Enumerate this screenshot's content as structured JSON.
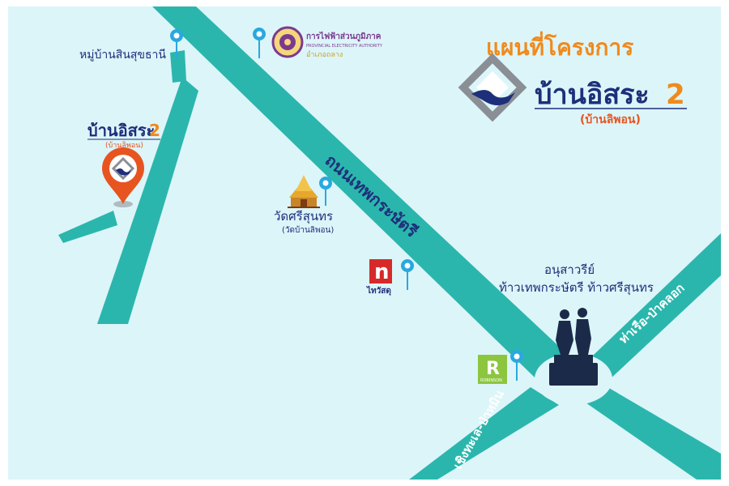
{
  "header": {
    "title": "แผนที่โครงการ",
    "project_name": "บ้านอิสระ",
    "project_number": "2",
    "project_sub": "(บ้านลิพอน)"
  },
  "project_pin": {
    "name": "บ้านอิสระ",
    "number": "2",
    "sub": "(บ้านลิพอน)"
  },
  "roads": {
    "main_road": "ถนนเทพกระษัตรี",
    "road_to_tharuea": "ท่าเรือ-ป่าคลอก",
    "road_to_choengtalay": "เชิงทะเล-ป่าหมิน"
  },
  "landmarks": {
    "village": "หมู่บ้านสินสุขธานี",
    "pea_name_th": "การไฟฟ้าส่วนภูมิภาค",
    "pea_name_en": "PROVINCIAL ELECTRICITY AUTHORITY",
    "pea_branch": "อำเภอถลาง",
    "temple_name": "วัดศรีสุนทร",
    "temple_sub": "(วัดบ้านลิพอน)",
    "thaiwatsadu": "ไทวัสดุ",
    "thaiwatsadu_logo_letter": "n",
    "robinson_letter": "R",
    "robinson_name": "ROBINSON",
    "monument_line1": "อนุสาวรีย์",
    "monument_line2": "ท้าวเทพกระษัตรี ท้าวศรีสุนทร"
  },
  "colors": {
    "background": "#dcf5f9",
    "road": "#2bb6ad",
    "pin_blue": "#29a8e0",
    "pin_orange": "#e8541f",
    "title_orange": "#f08a1c",
    "brand_navy": "#1e2f7a"
  }
}
